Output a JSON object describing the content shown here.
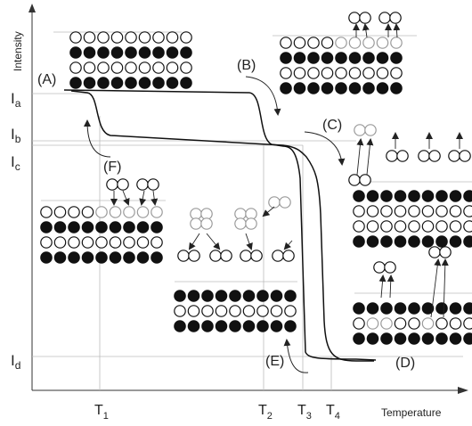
{
  "axes": {
    "y_title": "Intensity",
    "x_title": "Temperature"
  },
  "y_levels": [
    {
      "letter": "I",
      "sub": "a"
    },
    {
      "letter": "I",
      "sub": "b"
    },
    {
      "letter": "I",
      "sub": "c"
    },
    {
      "letter": "I",
      "sub": "d"
    }
  ],
  "x_ticks": [
    {
      "letter": "T",
      "sub": "1"
    },
    {
      "letter": "T",
      "sub": "2"
    },
    {
      "letter": "T",
      "sub": "3"
    },
    {
      "letter": "T",
      "sub": "4"
    }
  ],
  "panels": [
    "(A)",
    "(B)",
    "(C)",
    "(D)",
    "(E)",
    "(F)"
  ]
}
